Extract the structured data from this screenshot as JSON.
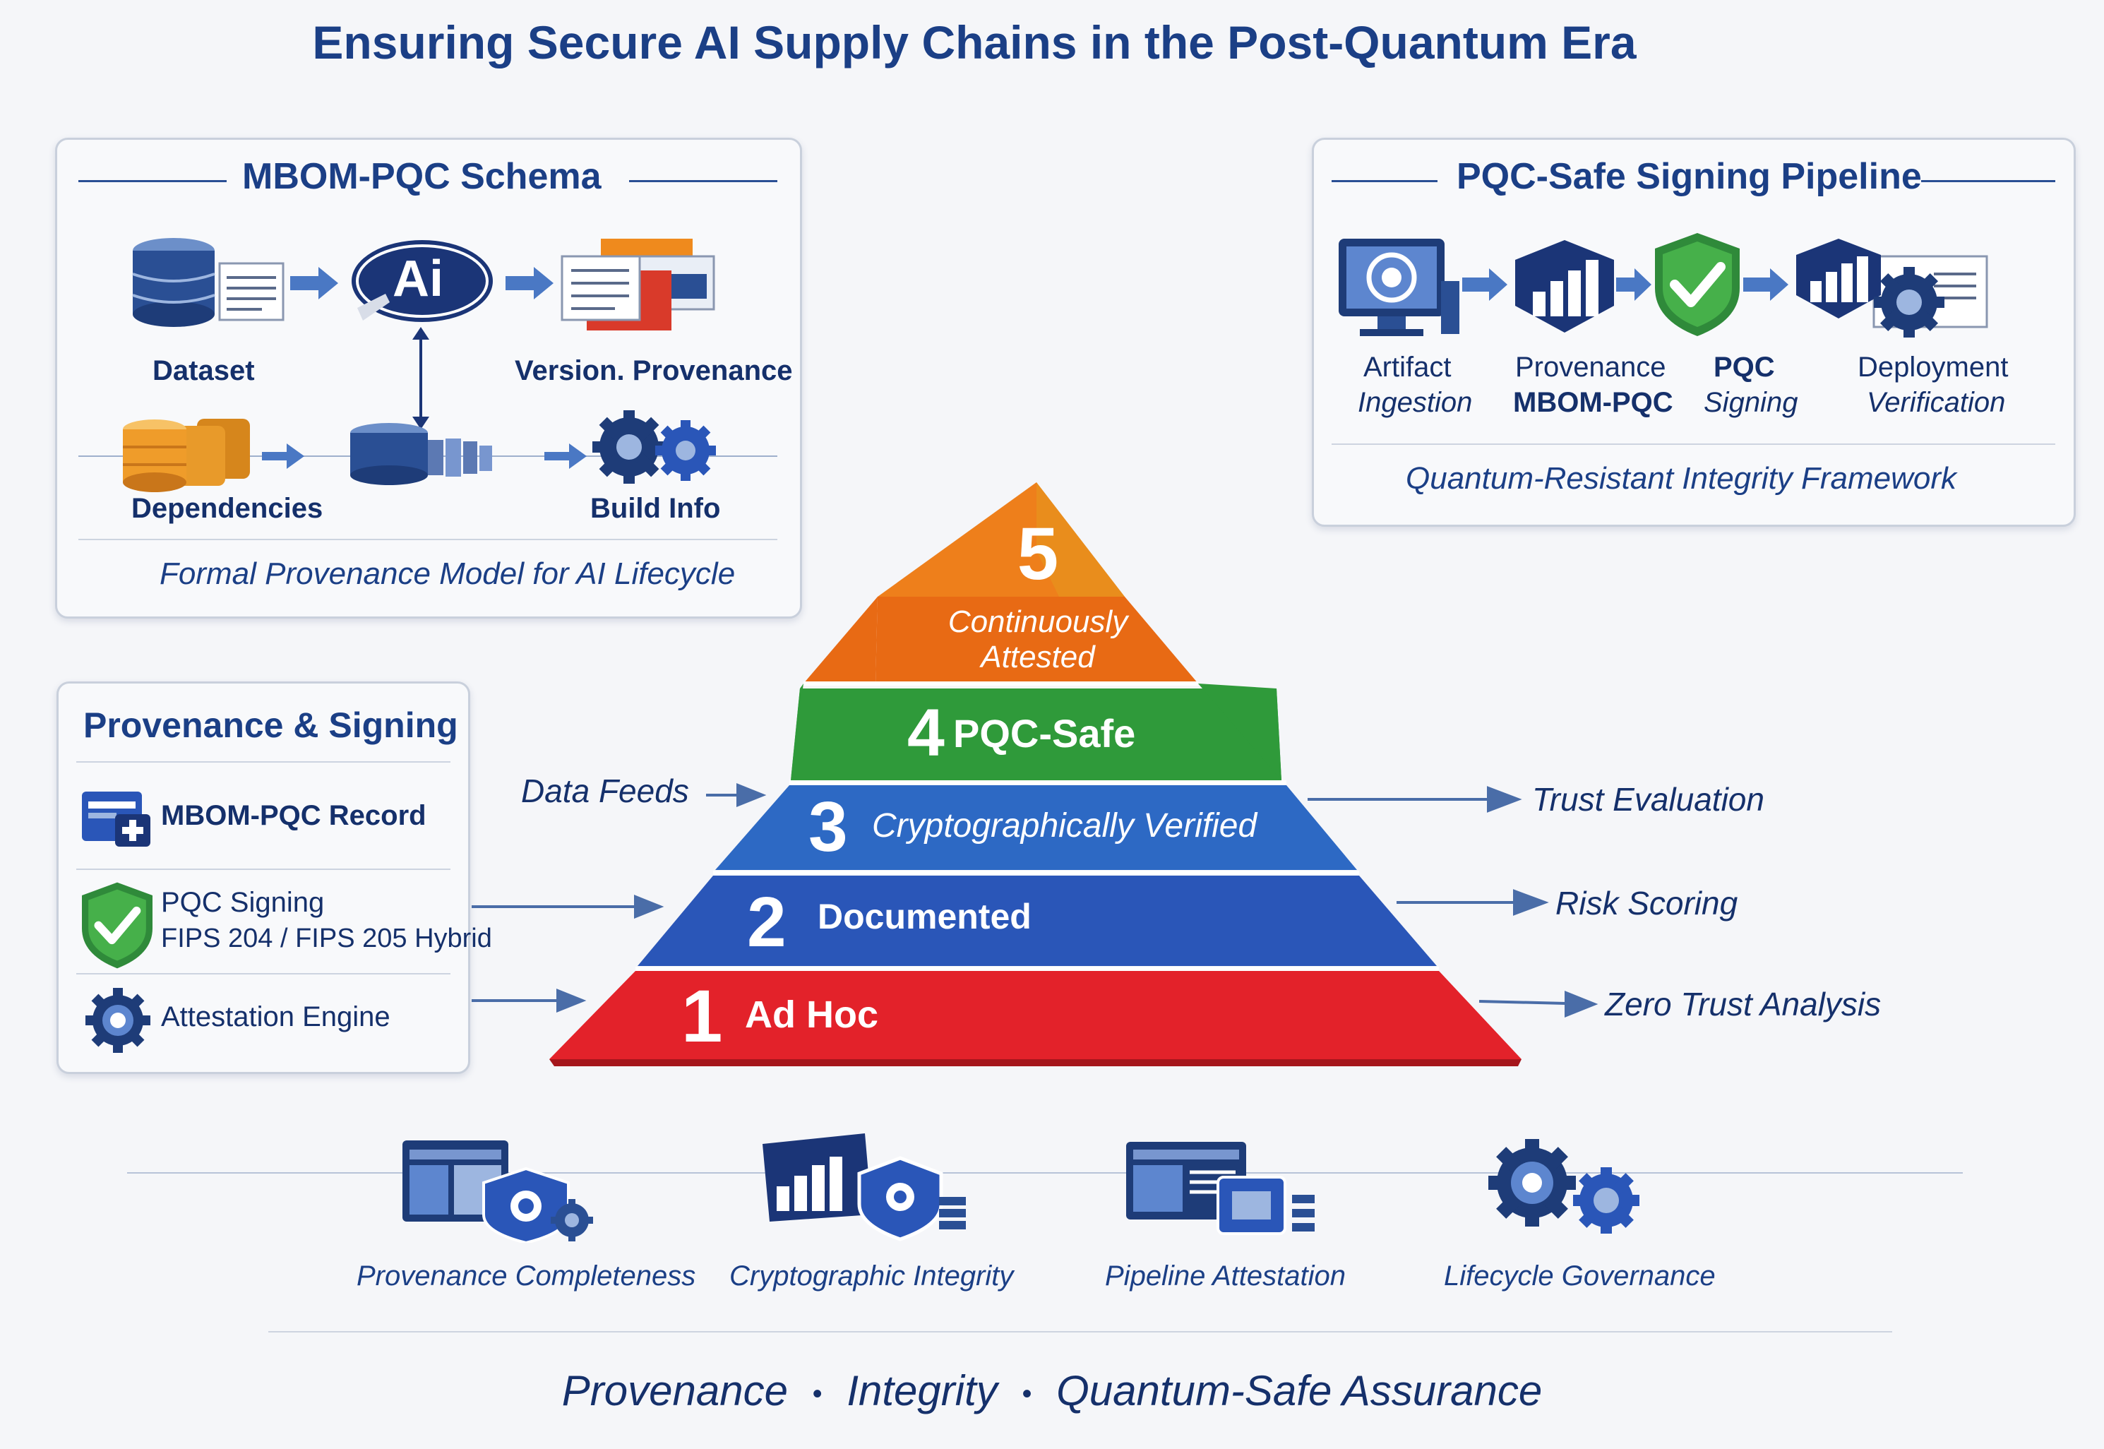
{
  "title": "Ensuring Secure AI Supply Chains in the Post-Quantum Era",
  "schema_panel": {
    "title": "MBOM-PQC Schema",
    "ai_badge": "Ai",
    "nodes": {
      "dataset": "Dataset",
      "version": "Version. Provenance",
      "dependencies": "Dependencies",
      "build": "Build Info"
    },
    "caption": "Formal Provenance Model for AI Lifecycle"
  },
  "pipeline_panel": {
    "title": "PQC-Safe Signing Pipeline",
    "steps": [
      {
        "line1": "Artifact",
        "line2": "Ingestion"
      },
      {
        "line1": "Provenance",
        "line2": "MBOM-PQC"
      },
      {
        "line1": "PQC",
        "line2": "Signing"
      },
      {
        "line1": "Deployment",
        "line2": "Verification"
      }
    ],
    "caption": "Quantum-Resistant Integrity Framework"
  },
  "signing_panel": {
    "title": "Provenance & Signing",
    "items": [
      {
        "label": "MBOM-PQC Record",
        "sub": ""
      },
      {
        "label": "PQC Signing",
        "sub": "FIPS 204 / FIPS 205 Hybrid"
      },
      {
        "label": "Attestation Engine",
        "sub": ""
      }
    ]
  },
  "pyramid": {
    "tiers": [
      {
        "num": "5",
        "line1": "Continuously",
        "line2": "Attested",
        "color": "#ee7f1b"
      },
      {
        "num": "4",
        "label": "PQC-Safe",
        "color": "#2f9a3a"
      },
      {
        "num": "3",
        "label": "Cryptographically Verified",
        "color": "#2d69c4"
      },
      {
        "num": "2",
        "label": "Documented",
        "color": "#2a56b8"
      },
      {
        "num": "1",
        "label": "Ad Hoc",
        "color": "#e3222a"
      }
    ]
  },
  "flows": {
    "input": "Data Feeds",
    "outputs": [
      "Trust Evaluation",
      "Risk Scoring",
      "Zero Trust Analysis"
    ]
  },
  "bottom_items": [
    "Provenance Completeness",
    "Cryptographic Integrity",
    "Pipeline Attestation",
    "Lifecycle Governance"
  ],
  "footer": {
    "w1": "Provenance",
    "sep": "•",
    "w2": "Integrity",
    "w3": "Quantum-Safe Assurance"
  }
}
